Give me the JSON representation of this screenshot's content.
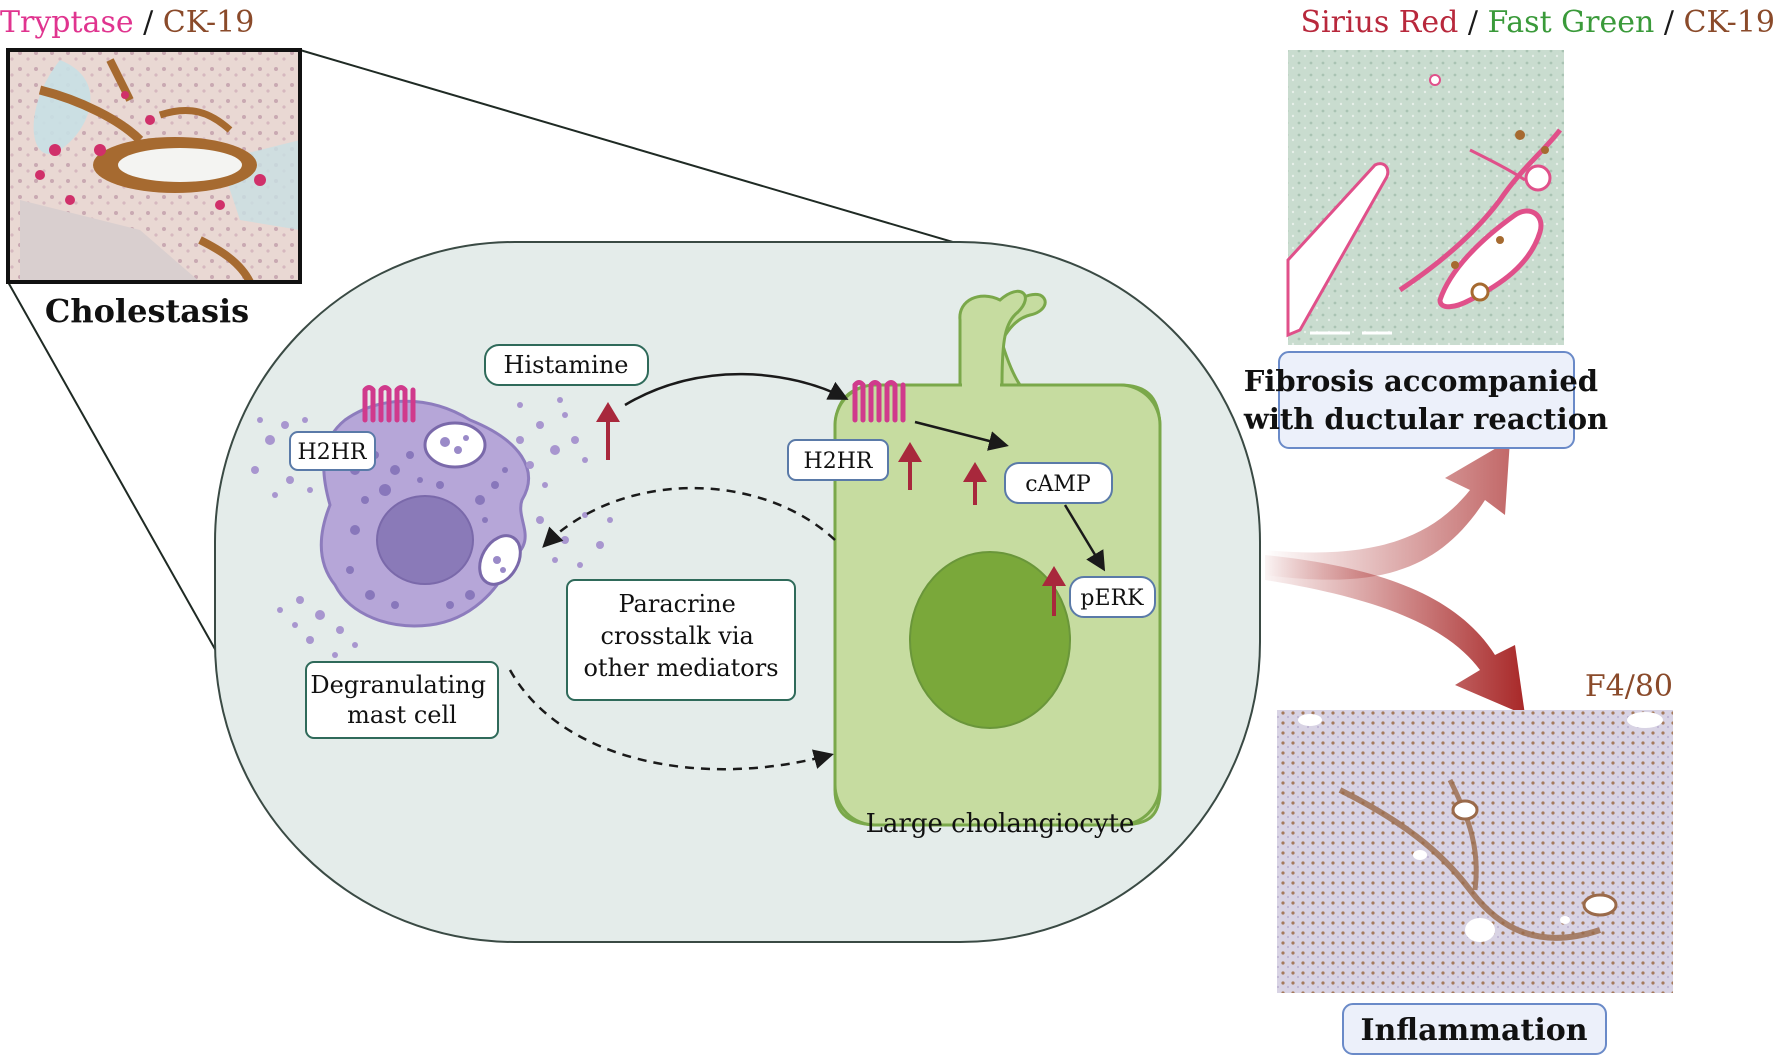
{
  "header_left": {
    "stain_a": "Tryptase",
    "separator": " / ",
    "stain_b": "CK-19",
    "stain_a_color": "#e0348f",
    "stain_b_color": "#8a4a2a"
  },
  "header_right": {
    "stain_a": "Sirius Red",
    "separator": " / ",
    "stain_b": "Fast Green",
    "stain_c": "CK-19",
    "stain_a_color": "#b8283c",
    "stain_b_color": "#3a9a3a",
    "stain_c_color": "#8a4a2a"
  },
  "f480_label": "F4/80",
  "f480_color": "#8a4a2a",
  "cholestasis_label": "Cholestasis",
  "histamine_label": "Histamine",
  "h2hr_mast_label": "H2HR",
  "h2hr_chol_label": "H2HR",
  "camp_label": "cAMP",
  "perk_label": "pERK",
  "paracrine_lines": [
    "Paracrine",
    "crosstalk via",
    "other mediators"
  ],
  "degranulating_lines": [
    "Degranulating",
    "mast cell"
  ],
  "large_chol_label": "Large cholangiocyte",
  "fibrosis_lines": [
    "Fibrosis accompanied",
    "with ductular reaction"
  ],
  "inflammation_label": "Inflammation",
  "colors": {
    "capsule_fill": "#e4ecea",
    "capsule_stroke": "#3a4a44",
    "mast_fill": "#b6a6d8",
    "mast_nucleus": "#8a7ab8",
    "chol_fill": "#c6dca0",
    "chol_stroke": "#7aa84a",
    "chol_nucleus": "#7aa83a",
    "receptor": "#d03a8c",
    "up_arrow": "#a8283c",
    "flow_arrow": "#a82828"
  }
}
